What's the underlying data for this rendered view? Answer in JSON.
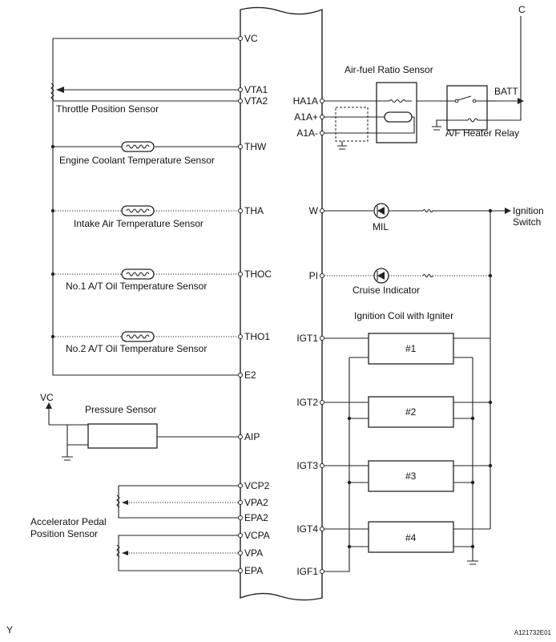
{
  "ecm_pins_left": [
    "VC",
    "VTA1",
    "VTA2",
    "THW",
    "THA",
    "THOC",
    "THO1",
    "E2",
    "AIP",
    "VCP2",
    "VPA2",
    "EPA2",
    "VCPA",
    "VPA",
    "EPA"
  ],
  "ecm_pins_right": [
    "HA1A",
    "A1A+",
    "A1A-",
    "W",
    "PI",
    "IGT1",
    "IGT2",
    "IGT3",
    "IGT4",
    "IGF1"
  ],
  "components": {
    "throttle_position_sensor": "Throttle Position Sensor",
    "engine_coolant_temp_sensor": "Engine Coolant Temperature Sensor",
    "intake_air_temp_sensor": "Intake Air Temperature Sensor",
    "no1_at_oil_temp_sensor": "No.1 A/T Oil Temperature Sensor",
    "no2_at_oil_temp_sensor": "No.2 A/T Oil Temperature Sensor",
    "pressure_sensor": "Pressure Sensor",
    "accelerator_pedal_sensor_line1": "Accelerator Pedal",
    "accelerator_pedal_sensor_line2": "Position Sensor",
    "air_fuel_ratio_sensor": "Air-fuel Ratio Sensor",
    "af_heater_relay": "A/F Heater Relay",
    "mil": "MIL",
    "cruise_indicator": "Cruise Indicator",
    "ignition_coil": "Ignition Coil with Igniter",
    "ignition_switch_line1": "Ignition",
    "ignition_switch_line2": "Switch"
  },
  "labels": {
    "vc": "VC",
    "batt": "BATT",
    "connector_c": "C",
    "coil1": "#1",
    "coil2": "#2",
    "coil3": "#3",
    "coil4": "#4"
  },
  "footer": {
    "corner_mark": "Y",
    "figure_code": "A121732E01"
  }
}
